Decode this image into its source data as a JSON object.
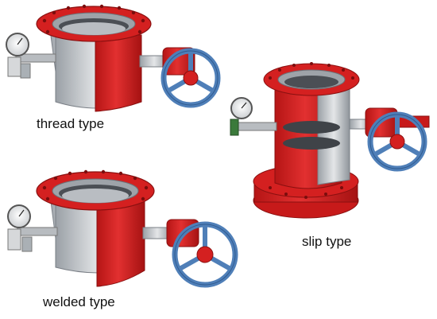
{
  "labels": {
    "thread": "thread type",
    "slip": "slip type",
    "welded": "welded type"
  },
  "colors": {
    "body_red": "#d91f1f",
    "body_red_dark": "#9e1212",
    "steel": "#c9ccd0",
    "steel_dark": "#8a8f96",
    "handwheel_blue": "#4f7fb8",
    "handwheel_blue_dark": "#2f5a8f",
    "gauge_face": "#f2f2f2"
  },
  "icons": [
    "wellhead-assembly",
    "handwheel-valve",
    "pressure-gauge"
  ]
}
